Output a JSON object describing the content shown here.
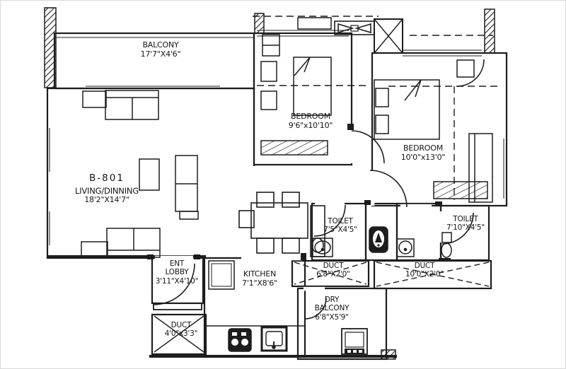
{
  "plan": {
    "unit_number": "B-801",
    "rooms": {
      "balcony": {
        "name": "BALCONY",
        "dims": "17'7\"X4'6\""
      },
      "bedroom1": {
        "name": "BEDROOM",
        "dims": "9'6\"x10'10\""
      },
      "bedroom2": {
        "name": "BEDROOM",
        "dims": "10'0\"x13'0\""
      },
      "living": {
        "name": "LIVING/DINNING",
        "dims": "18'2\"X14'7\""
      },
      "toilet1": {
        "name": "TOILET",
        "dims": "7'5\"X4'5\""
      },
      "toilet2": {
        "name": "TOILET",
        "dims": "7'10\"X4'5\""
      },
      "ent_lobby": {
        "name": "ENT LOBBY",
        "dims": "3'11\"X4'10\""
      },
      "kitchen": {
        "name": "KITCHEN",
        "dims": "7'1\"X8'6\""
      },
      "duct_mid": {
        "name": "DUCT",
        "dims": "6'8\"X2'0\""
      },
      "duct_right": {
        "name": "DUCT",
        "dims": "10'0\"X2'0\""
      },
      "dry_balcony": {
        "name": "DRY BALCONY",
        "dims": "6'8\"X5'9\""
      },
      "duct_left": {
        "name": "DUCT",
        "dims": "4'0\"x3'3\""
      }
    },
    "colors": {
      "line": "#1d1d1d",
      "background": "#ffffff"
    }
  }
}
